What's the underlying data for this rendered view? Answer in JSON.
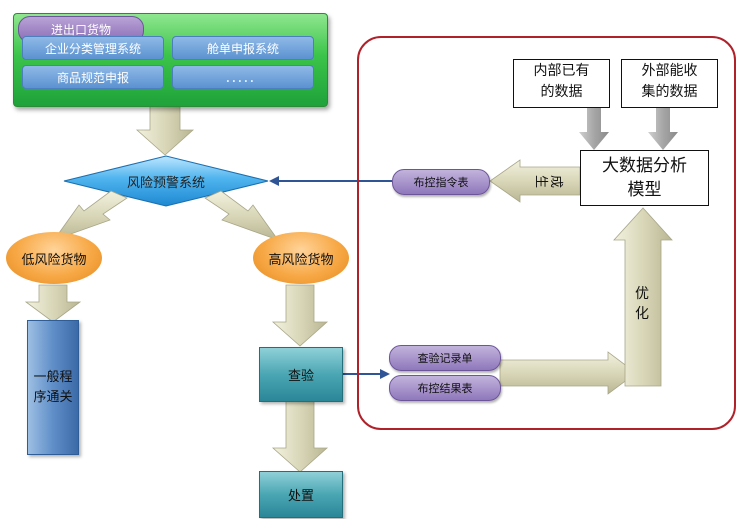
{
  "top_box": {
    "tab_label": "进出口货物",
    "items": [
      "企业分类管理系统",
      "舱单申报系统",
      "商品规范申报",
      "．．．．．"
    ]
  },
  "risk_system": {
    "label": "风险预警系统"
  },
  "low_risk": {
    "label": "低风险货物"
  },
  "high_risk": {
    "label": "高风险货物"
  },
  "general_procedure": {
    "line1": "一般程",
    "line2": "序通关"
  },
  "inspection": {
    "label": "查验"
  },
  "disposal": {
    "label": "处置"
  },
  "bigdata": {
    "model_line1": "大数据分析",
    "model_line2": "模型",
    "internal_line1": "内部已有",
    "internal_line2": "的数据",
    "external_line1": "外部能收",
    "external_line2": "集的数据",
    "control_order": "布控指令表",
    "generate_c1": "生",
    "generate_c2": "成",
    "optimize_c1": "优",
    "optimize_c2": "化",
    "inspection_record": "查验记录单",
    "control_result": "布控结果表"
  },
  "colors": {
    "frame_red": "#b0212a",
    "arrow_blue": "#2f5597",
    "green": "#2fb043",
    "orange": "#f39c32",
    "purple": "#8f78bc"
  }
}
